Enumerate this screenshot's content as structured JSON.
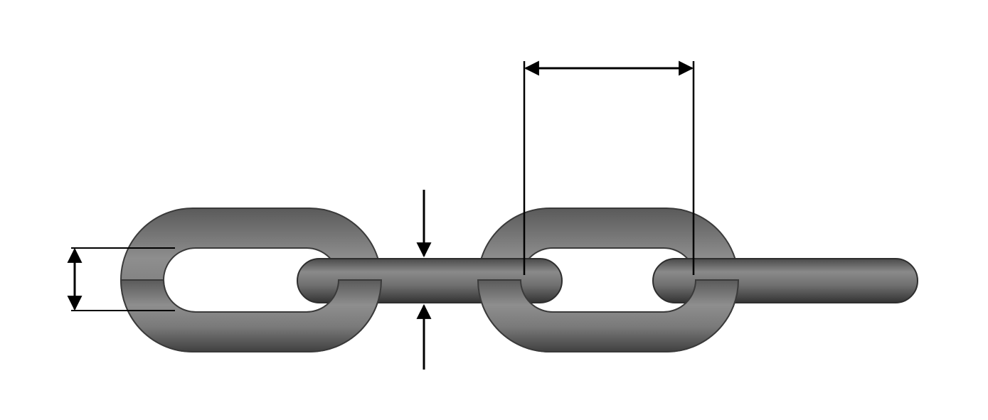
{
  "diagram": {
    "subject": "chain-links",
    "link_count": 4,
    "colors": {
      "background": "#ffffff",
      "link_fill_light": "#8c8c8c",
      "link_fill_mid": "#6d6d6d",
      "link_fill_dark": "#3a3a3a",
      "dimension_line": "#000000"
    },
    "dimensions": [
      {
        "id": "inner-width",
        "label": ""
      },
      {
        "id": "wire-diameter",
        "label": ""
      },
      {
        "id": "pitch",
        "label": ""
      }
    ]
  }
}
